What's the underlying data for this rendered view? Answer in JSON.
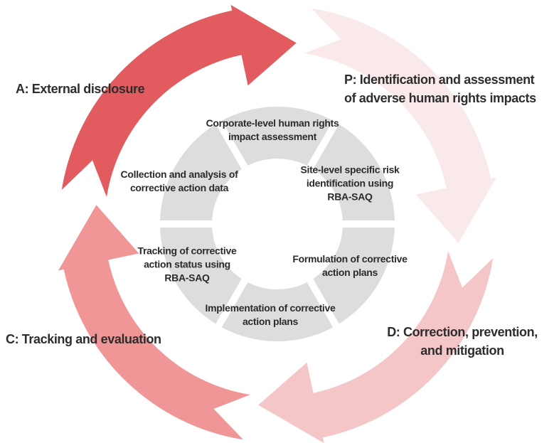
{
  "diagram": {
    "type": "pdca-cycle",
    "outer_labels": {
      "p": {
        "lines": [
          "P: Identification and assessment",
          "of adverse human rights impacts"
        ]
      },
      "d": {
        "lines": [
          "D: Correction, prevention,",
          "and mitigation"
        ]
      },
      "c": {
        "lines": [
          "C: Tracking and evaluation"
        ]
      },
      "a": {
        "lines": [
          "A: External disclosure"
        ]
      }
    },
    "arrow_colors": {
      "p": "#FAE9EA",
      "d": "#F5C6C8",
      "c": "#F09697",
      "a": "#E25C5F"
    },
    "ring_color": "#DEDDDD",
    "background_color": "#FFFFFF",
    "text_color": "#2D2D2D",
    "inner_segments": [
      {
        "position": "top",
        "lines": [
          "Corporate-level human rights",
          "impact assessment"
        ]
      },
      {
        "position": "upper-right",
        "lines": [
          "Site-level specific risk",
          "identification using",
          "RBA-SAQ"
        ]
      },
      {
        "position": "lower-right",
        "lines": [
          "Formulation of corrective",
          "action plans"
        ]
      },
      {
        "position": "bottom",
        "lines": [
          "Implementation of corrective",
          "action plans"
        ]
      },
      {
        "position": "lower-left",
        "lines": [
          "Tracking of corrective",
          "action status using",
          "RBA-SAQ"
        ]
      },
      {
        "position": "upper-left",
        "lines": [
          "Collection and analysis of",
          "corrective action data"
        ]
      }
    ]
  }
}
